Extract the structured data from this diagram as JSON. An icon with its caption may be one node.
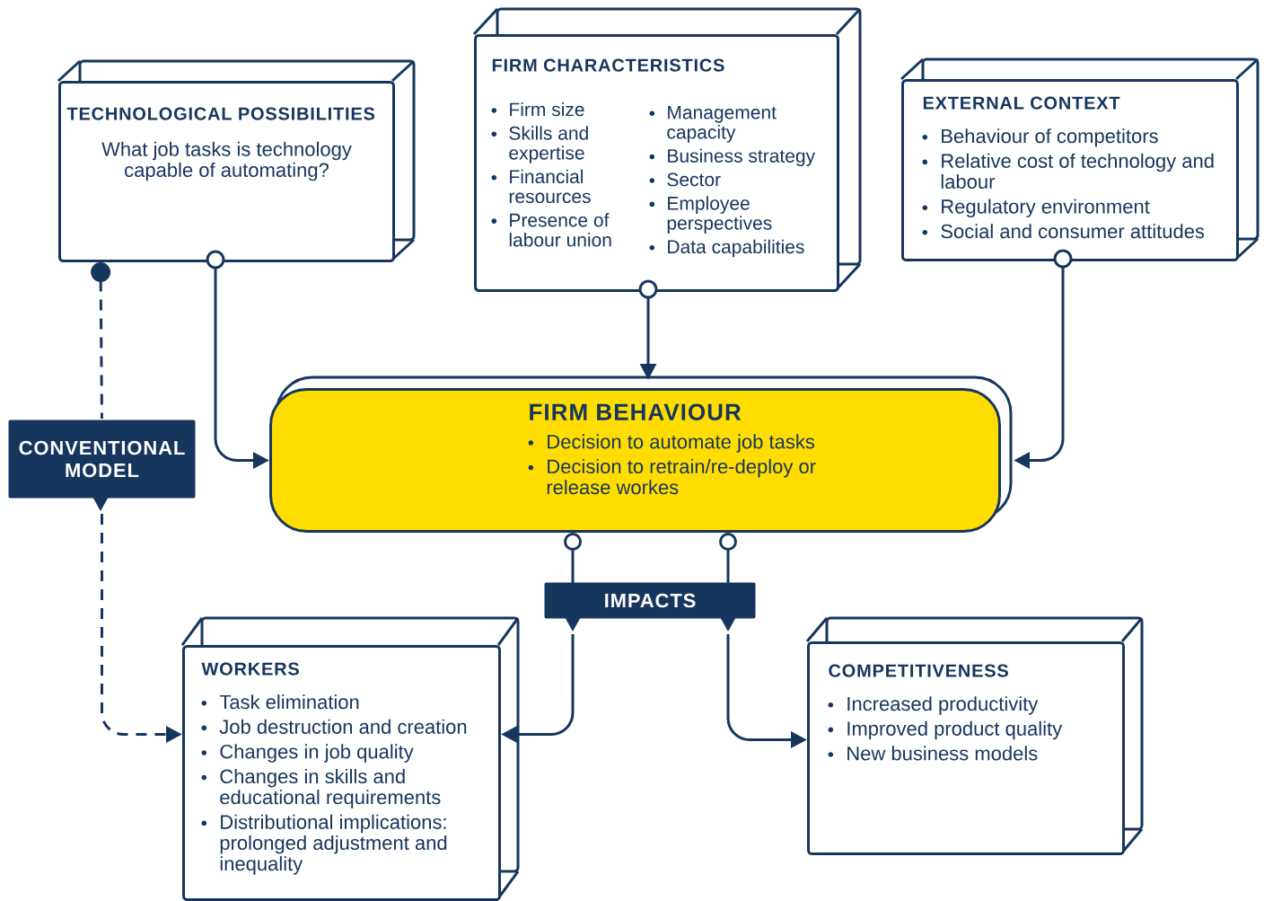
{
  "diagram": {
    "nodes": [
      {
        "text": [
          "TECHNOLOGICAL POSSIBILITIES",
          "What job tasks is technology capable of automating?"
        ]
      },
      {
        "text": [
          "FIRM CHARACTERISTICS",
          "Firm size",
          "Skills and expertise",
          "Financial resources",
          "Presence of labour union",
          "Management capacity",
          "Business strategy",
          "Sector",
          "Employee perspectives",
          "Data capabilities"
        ]
      },
      {
        "text": [
          "EXTERNAL CONTEXT",
          "Behaviour of competitors",
          "Relative cost of technology and labour",
          "Regulatory environment",
          "Social and consumer attitudes"
        ]
      },
      {
        "text": [
          "FIRM BEHAVIOUR",
          "Decision to automate job tasks",
          "Decision to retrain/re-deploy or release workes"
        ]
      },
      {
        "text": [
          "CONVENTIONAL MODEL"
        ]
      },
      {
        "text": [
          "IMPACTS"
        ]
      },
      {
        "text": [
          "WORKERS",
          "Task elimination",
          "Job destruction and creation",
          "Changes in job quality",
          "Changes in skills and educational requirements",
          "Distributional implications: prolonged adjustment and inequality"
        ]
      },
      {
        "text": [
          "COMPETITIVENESS",
          "Increased productivity",
          "Improved product quality",
          "New business models"
        ]
      }
    ],
    "edges": [
      {
        "from": 0,
        "to": 3,
        "arrow": "to"
      },
      {
        "from": 1,
        "to": 3,
        "arrow": "to"
      },
      {
        "from": 2,
        "to": 3,
        "arrow": "to"
      },
      {
        "from": 0,
        "to": 4,
        "arrow": "other",
        "style": "dashed"
      },
      {
        "from": 4,
        "to": 6,
        "arrow": "to",
        "style": "dashed"
      },
      {
        "from": 3,
        "to": 5,
        "arrow": "other"
      },
      {
        "from": 3,
        "to": 5,
        "arrow": "other"
      },
      {
        "from": 5,
        "to": 6,
        "arrow": "to"
      },
      {
        "from": 5,
        "to": 7,
        "arrow": "to"
      }
    ]
  }
}
